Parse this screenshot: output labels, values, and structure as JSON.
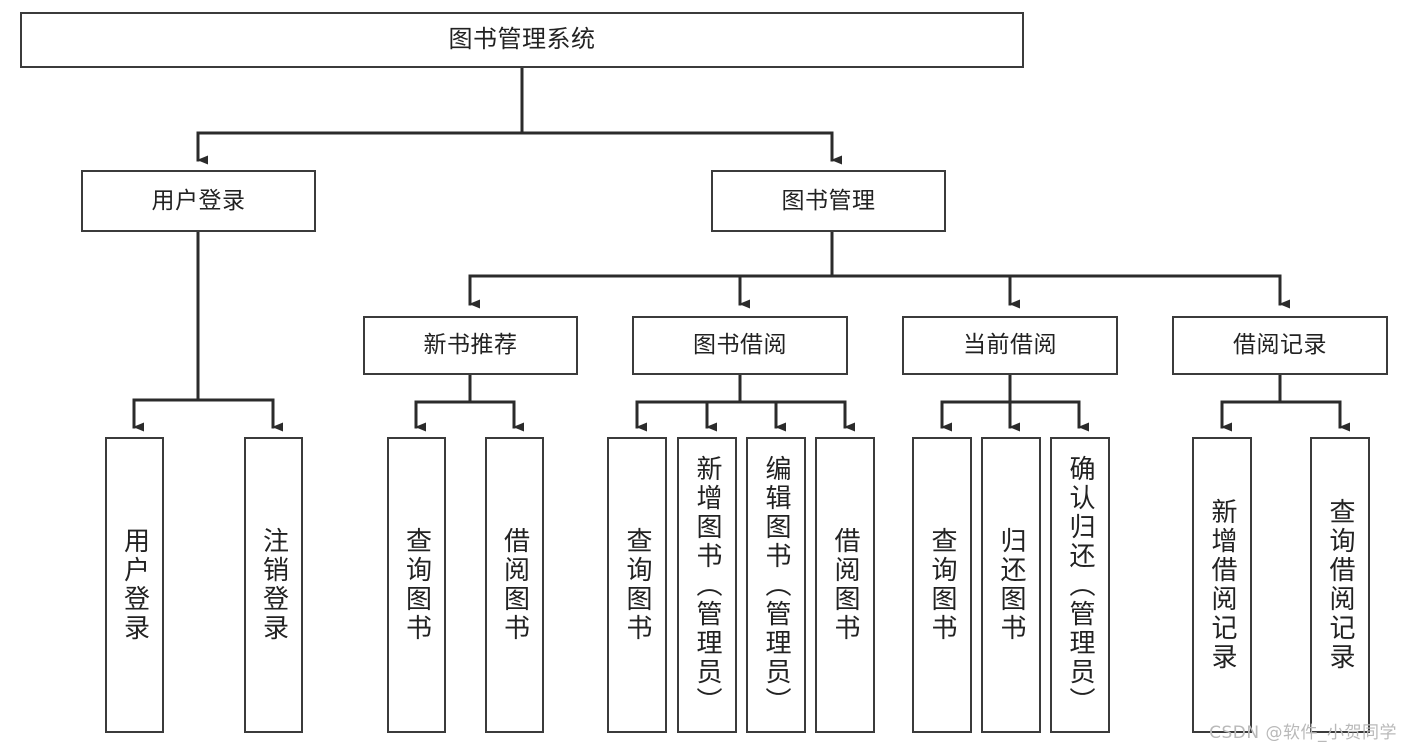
{
  "diagram": {
    "title": "图书管理系统",
    "type": "tree",
    "orientation": "top-down",
    "colors": {
      "box_border": "#3b3b3b",
      "box_fill": "#ffffff",
      "connector": "#2b2b2b",
      "text": "#222222",
      "watermark": "#b9b9b9",
      "background": "#ffffff"
    },
    "nodes": {
      "root": {
        "label": "图书管理系统",
        "level": 1
      },
      "level2": [
        {
          "id": "user-login",
          "label": "用户登录"
        },
        {
          "id": "book-manage",
          "label": "图书管理"
        }
      ],
      "level3": [
        {
          "id": "new-book-recommend",
          "label": "新书推荐"
        },
        {
          "id": "book-borrow",
          "label": "图书借阅"
        },
        {
          "id": "current-borrow",
          "label": "当前借阅"
        },
        {
          "id": "borrow-record",
          "label": "借阅记录"
        }
      ],
      "leaves": [
        {
          "id": "leaf-user-login",
          "label": "用户登录",
          "parent": "user-login"
        },
        {
          "id": "leaf-logout-login",
          "label": "注销登录",
          "parent": "user-login"
        },
        {
          "id": "leaf-query-book-1",
          "label": "查询图书",
          "parent": "new-book-recommend"
        },
        {
          "id": "leaf-borrow-book-1",
          "label": "借阅图书",
          "parent": "new-book-recommend"
        },
        {
          "id": "leaf-query-book-2",
          "label": "查询图书",
          "parent": "book-borrow"
        },
        {
          "id": "leaf-add-book",
          "label": "新增图书（管理员）",
          "parent": "book-borrow"
        },
        {
          "id": "leaf-edit-book",
          "label": "编辑图书（管理员）",
          "parent": "book-borrow"
        },
        {
          "id": "leaf-borrow-book-2",
          "label": "借阅图书",
          "parent": "book-borrow"
        },
        {
          "id": "leaf-query-book-3",
          "label": "查询图书",
          "parent": "current-borrow"
        },
        {
          "id": "leaf-return-book",
          "label": "归还图书",
          "parent": "current-borrow"
        },
        {
          "id": "leaf-confirm-return",
          "label": "确认归还（管理员）",
          "parent": "current-borrow"
        },
        {
          "id": "leaf-add-record",
          "label": "新增借阅记录",
          "parent": "borrow-record"
        },
        {
          "id": "leaf-query-record",
          "label": "查询借阅记录",
          "parent": "borrow-record"
        }
      ]
    }
  },
  "watermark": {
    "text": "CSDN @软件_小贺同学"
  }
}
